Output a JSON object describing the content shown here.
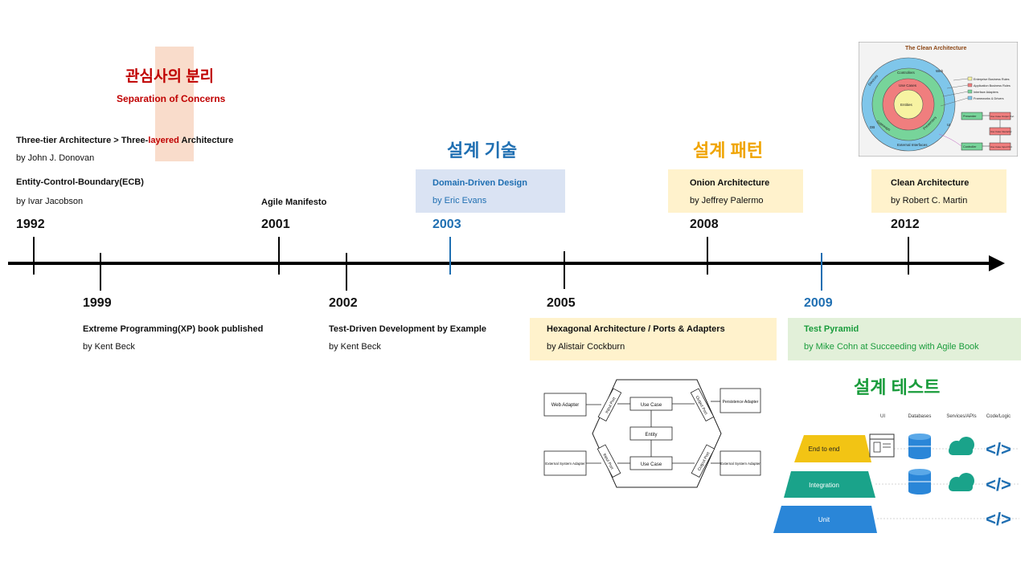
{
  "separation": {
    "title_kr": "관심사의 분리",
    "title_en": "Separation of Concerns",
    "three_tier_pre": "Three-tier Architecture > Three-",
    "three_tier_highlight": "layered",
    "three_tier_post": " Architecture",
    "three_tier_by": "by John J. Donovan",
    "ecb_title": "Entity-Control-Boundary(ECB)",
    "ecb_by": "by Ivar Jacobson"
  },
  "sections": {
    "design_tech": "설계 기술",
    "design_pattern": "설계 패턴",
    "design_test": "설계 테스트"
  },
  "top_events": [
    {
      "year": "1992"
    },
    {
      "year": "2001",
      "title": "Agile Manifesto"
    },
    {
      "year": "2003",
      "title": "Domain-Driven Design",
      "by": "by Eric Evans"
    },
    {
      "year": "2008",
      "title": "Onion Architecture",
      "by": "by Jeffrey Palermo"
    },
    {
      "year": "2012",
      "title": "Clean Architecture",
      "by": "by Robert C. Martin"
    }
  ],
  "bottom_events": [
    {
      "year": "1999",
      "title": "Extreme Programming(XP) book published",
      "by": "by Kent Beck"
    },
    {
      "year": "2002",
      "title": "Test-Driven Development by Example",
      "by": "by Kent Beck"
    },
    {
      "year": "2005",
      "title": "Hexagonal Architecture  / Ports & Adapters",
      "by": "by Alistair Cockburn"
    },
    {
      "year": "2009",
      "title": "Test Pyramid",
      "by": "by Mike Cohn at Succeeding with Agile Book"
    }
  ],
  "clean_arch": {
    "title": "The Clean Architecture",
    "layers": [
      "Entities",
      "Use Cases",
      "Controllers",
      "Gateways",
      "Presenters",
      "Devices",
      "Web",
      "UI",
      "DB",
      "External Interfaces"
    ],
    "legend": [
      "Enterprise Business Rules",
      "Application Business Rules",
      "Interface Adapters",
      "Frameworks & Drivers"
    ],
    "flow": [
      "Presenter",
      "Use Case Output Port",
      "Use Case Interactor",
      "Controller",
      "Use Case Input Port"
    ],
    "colors": {
      "outer": "#7fc6ea",
      "adapters": "#77d49a",
      "usecases": "#f07e7e",
      "entities": "#f7f3a2"
    }
  },
  "hexagonal": {
    "web_adapter": "Web Adapter",
    "persistence_adapter": "Persistence Adapter",
    "external_left": "External System Adapter",
    "external_right": "External System Adapter",
    "input_port": "Input Port",
    "output_port": "Output Port",
    "use_case": "Use Case",
    "entity": "Entity"
  },
  "pyramid": {
    "columns": [
      "UI",
      "Databases",
      "Services/APIs",
      "Code/Logic"
    ],
    "levels": [
      "End to end",
      "Integration",
      "Unit"
    ],
    "code_icon": "</>",
    "colors": {
      "e2e": "#f2c414",
      "integration": "#1aa38a",
      "unit": "#2a86d8",
      "icon": "#1f6fb2",
      "cloud": "#1aa38a"
    }
  }
}
